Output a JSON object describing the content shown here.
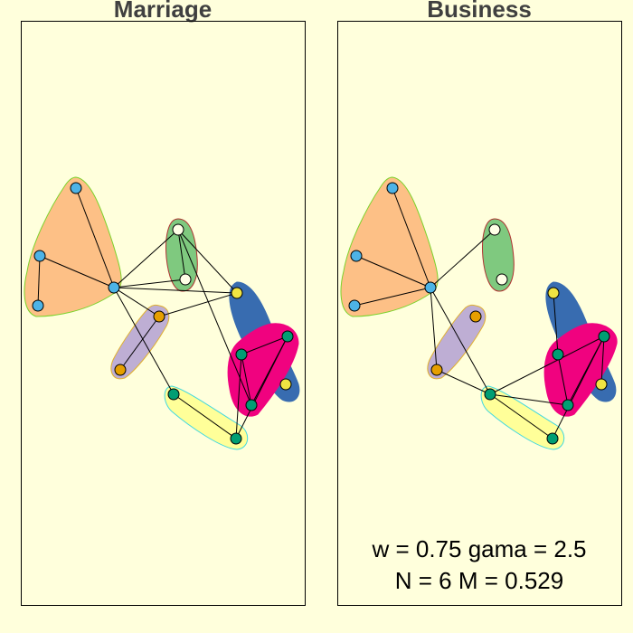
{
  "panels": [
    {
      "title": "Marriage"
    },
    {
      "title": "Business"
    }
  ],
  "stats": {
    "line1": "w = 0.75 gama = 2.5",
    "line2": "N = 6 M = 0.529"
  },
  "colors": {
    "background": "#FFFFDC",
    "community_orange": "#FDC086",
    "community_green": "#7FC97F",
    "community_purple": "#BEAED4",
    "community_yellow": "#FFFF99",
    "community_blue": "#386CB0",
    "community_magenta": "#F0027F",
    "node_blue": "#4DB3E6",
    "node_white": "#FFFFE6",
    "node_orange": "#E69F00",
    "node_teal": "#009E73",
    "node_yellow": "#F0E442"
  }
}
